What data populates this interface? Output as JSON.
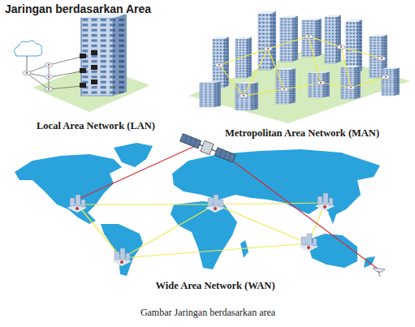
{
  "diagram": {
    "title": "Jaringan berdasarkan Area",
    "caption": "Gambar Jaringan berdasarkan area",
    "labels": [
      "Local Area Network (LAN)",
      "Metropolitan Area Network (MAN)",
      "Wide Area Network (WAN)"
    ]
  }
}
